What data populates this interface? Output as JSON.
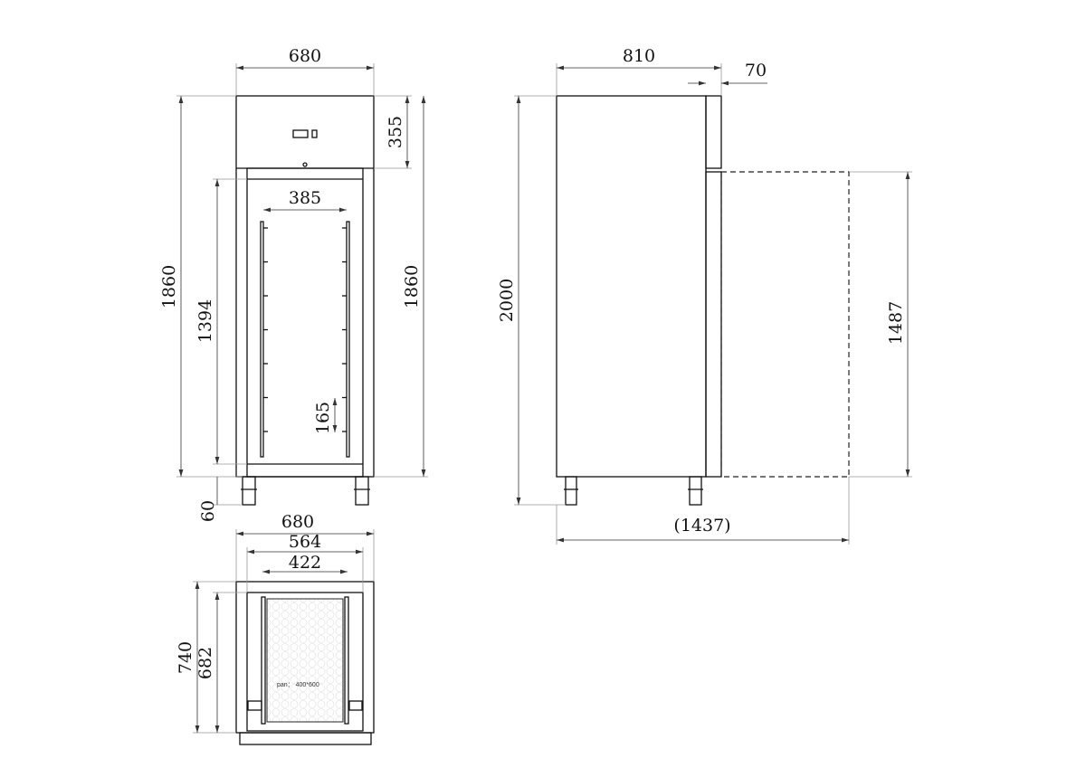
{
  "front_view": {
    "width": "680",
    "height_left": "1860",
    "height_right": "1860",
    "inner_height": "1394",
    "leg_height": "60",
    "top_panel_height": "355",
    "inner_width": "385",
    "shelf_pitch": "165"
  },
  "side_view": {
    "depth": "810",
    "door_thickness": "70",
    "total_height": "2000",
    "door_height": "1487",
    "depth_door_open": "(1437)"
  },
  "top_view": {
    "outer_width": "680",
    "inner_width": "564",
    "rail_width": "422",
    "outer_depth": "740",
    "inner_depth": "682",
    "pan_label": "pan： 400*600"
  }
}
